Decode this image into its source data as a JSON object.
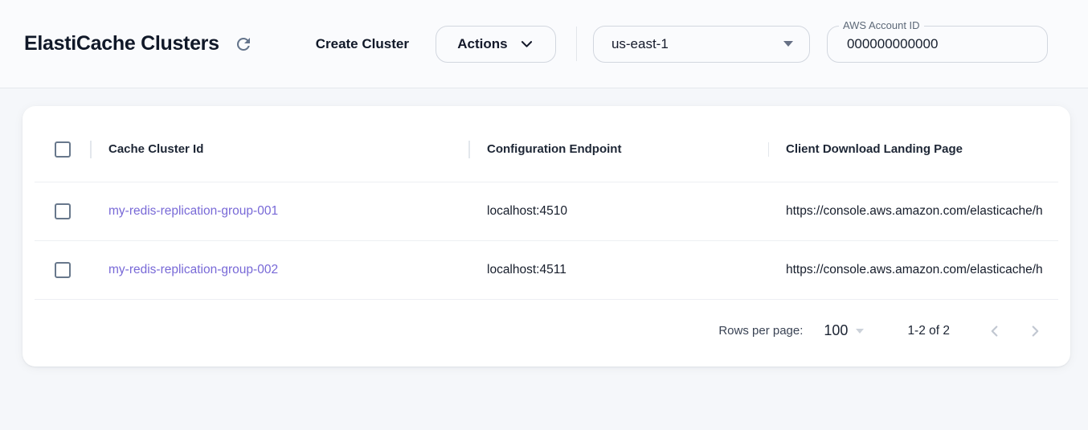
{
  "header": {
    "title": "ElastiCache Clusters",
    "create_cluster_label": "Create Cluster",
    "actions_label": "Actions",
    "region": {
      "value": "us-east-1"
    },
    "account": {
      "label": "AWS Account ID",
      "value": "000000000000"
    },
    "icons": {
      "refresh": "refresh-icon",
      "actions_caret": "chevron-down-icon",
      "region_caret": "caret-down-icon"
    }
  },
  "table": {
    "columns": [
      "Cache Cluster Id",
      "Configuration Endpoint",
      "Client Download Landing Page"
    ],
    "rows": [
      {
        "cache_cluster_id": "my-redis-replication-group-001",
        "configuration_endpoint": "localhost:4510",
        "client_download_landing_page": "https://console.aws.amazon.com/elasticache/h"
      },
      {
        "cache_cluster_id": "my-redis-replication-group-002",
        "configuration_endpoint": "localhost:4511",
        "client_download_landing_page": "https://console.aws.amazon.com/elasticache/h"
      }
    ],
    "pagination": {
      "rows_per_page_label": "Rows per page:",
      "rows_per_page_value": "100",
      "range_label": "1-2 of 2",
      "prev_icon": "chevron-left-icon",
      "next_icon": "chevron-right-icon"
    }
  },
  "colors": {
    "link": "#7869d7",
    "icon_slate": "#64748b",
    "page_bg": "#f5f7fa",
    "topbar_bg": "#fafbfd",
    "card_bg": "#ffffff",
    "control_border": "#d2d7df",
    "disabled_pager": "#c1c7d1"
  }
}
